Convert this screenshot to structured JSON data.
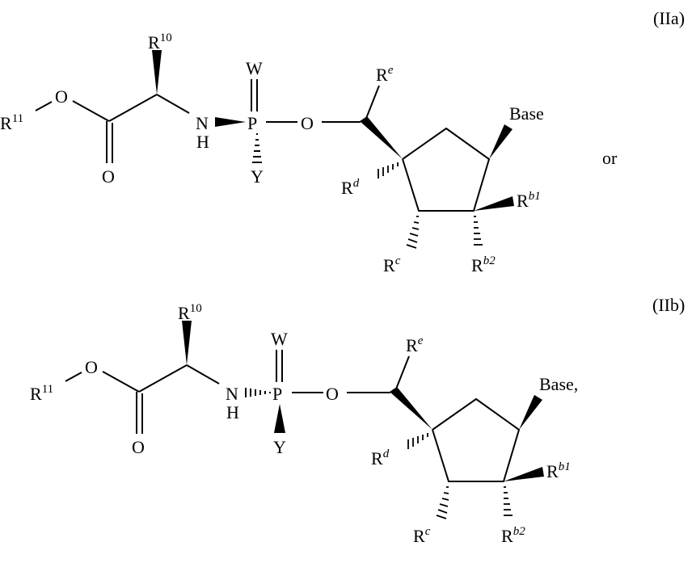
{
  "figure": {
    "structures": [
      {
        "id": "IIa",
        "label": "(IIa)",
        "connector": "or",
        "atoms": {
          "r11": "R",
          "r11_sup": "11",
          "ester_o": "O",
          "carbonyl_o": "O",
          "r10": "R",
          "r10_sup": "10",
          "n": "N",
          "h": "H",
          "p": "P",
          "w": "W",
          "y": "Y",
          "link_o": "O",
          "re": "R",
          "re_sup": "e",
          "base": "Base",
          "rd": "R",
          "rd_sup": "d",
          "rb1": "R",
          "rb1_sup": "b1",
          "rc": "R",
          "rc_sup": "c",
          "rb2": "R",
          "rb2_sup": "b2"
        },
        "stereo": {
          "n_p_bond": "wedge",
          "p_y_bond": "hash"
        }
      },
      {
        "id": "IIb",
        "label": "(IIb)",
        "connector": "",
        "atoms": {
          "r11": "R",
          "r11_sup": "11",
          "ester_o": "O",
          "carbonyl_o": "O",
          "r10": "R",
          "r10_sup": "10",
          "n": "N",
          "h": "H",
          "p": "P",
          "w": "W",
          "y": "Y",
          "link_o": "O",
          "re": "R",
          "re_sup": "e",
          "base": "Base,",
          "rd": "R",
          "rd_sup": "d",
          "rb1": "R",
          "rb1_sup": "b1",
          "rc": "R",
          "rc_sup": "c",
          "rb2": "R",
          "rb2_sup": "b2"
        },
        "stereo": {
          "n_p_bond": "hash",
          "p_y_bond": "wedge"
        }
      }
    ]
  }
}
